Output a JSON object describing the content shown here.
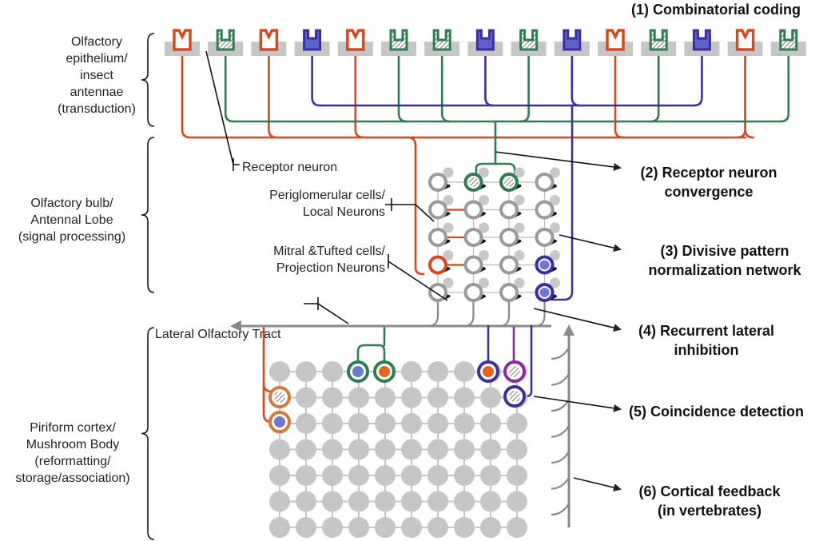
{
  "regions": [
    {
      "lines": [
        "Olfactory",
        "epithelium/",
        "insect",
        "antennae",
        "(transduction)"
      ]
    },
    {
      "lines": [
        "Olfactory bulb/",
        "Antennal Lobe",
        "(signal processing)"
      ]
    },
    {
      "lines": [
        "Piriform cortex/",
        "Mushroom Body",
        "(reformatting/",
        "storage/association)"
      ]
    }
  ],
  "cell_labels": {
    "receptor_neuron": "Receptor neuron",
    "periglomerular": [
      "Periglomerular cells/",
      "Local Neurons"
    ],
    "mitral": [
      "Mitral &Tufted cells/",
      "Projection Neurons"
    ],
    "lot": "Lateral  Olfactory Tract"
  },
  "steps": [
    {
      "lines": [
        "(1) Combinatorial coding"
      ]
    },
    {
      "lines": [
        "(2) Receptor neuron",
        "convergence"
      ]
    },
    {
      "lines": [
        "(3) Divisive pattern",
        "normalization network"
      ]
    },
    {
      "lines": [
        "(4) Recurrent lateral",
        "inhibition"
      ]
    },
    {
      "lines": [
        "(5) Coincidence detection"
      ]
    },
    {
      "lines": [
        "(6) Cortical feedback",
        "(in vertebrates)"
      ]
    }
  ],
  "colors": {
    "red": "#d9481c",
    "green": "#2e7d52",
    "blue": "#3b2fa3",
    "gray": "#c6c6c6",
    "darkgray": "#888888"
  },
  "receptor_types": [
    "red",
    "green",
    "red",
    "blue",
    "red",
    "green",
    "green",
    "blue",
    "green",
    "blue",
    "red",
    "green",
    "blue",
    "red",
    "green"
  ]
}
